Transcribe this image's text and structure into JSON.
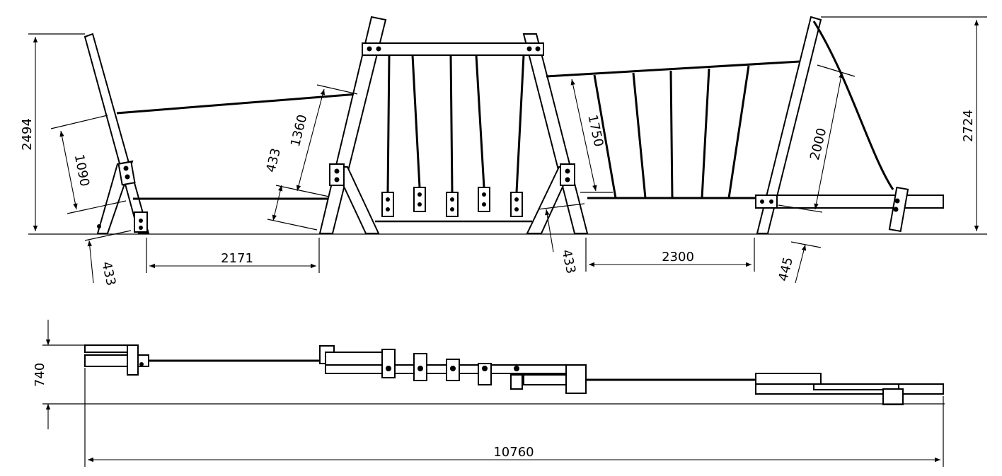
{
  "dimensions": {
    "side_view": {
      "height_left": "2494",
      "height_right": "2724",
      "rope_span_1": "1090",
      "rope_span_2": "1360",
      "rope_span_3": "1750",
      "rope_span_4": "2000",
      "base_offset_1": "433",
      "base_offset_2": "433",
      "base_offset_3": "433",
      "base_offset_4": "445",
      "gap_1": "2171",
      "gap_2": "2300"
    },
    "plan_view": {
      "width": "740",
      "total_length": "10760"
    }
  },
  "colors": {
    "line": "#000000",
    "background": "#ffffff"
  }
}
